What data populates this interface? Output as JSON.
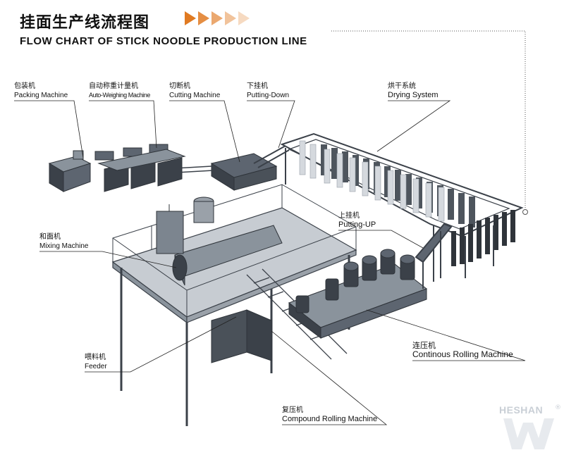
{
  "title": {
    "cn": "挂面生产线流程图",
    "en": "FLOW CHART OF STICK NOODLE PRODUCTION LINE"
  },
  "labels": {
    "packing": {
      "cn": "包装机",
      "en": "Packing Machine"
    },
    "weighing": {
      "cn": "自动称重计量机",
      "en": "Auto-Weighing Machine"
    },
    "cutting": {
      "cn": "切断机",
      "en": "Cutting Machine"
    },
    "putting_down": {
      "cn": "下挂机",
      "en": "Putting-Down"
    },
    "drying": {
      "cn": "烘干系统",
      "en": "Drying System"
    },
    "mixing": {
      "cn": "和面机",
      "en": "Mixing Machine"
    },
    "putting_up": {
      "cn": "上挂机",
      "en": "Putting-UP"
    },
    "feeder": {
      "cn": "喂料机",
      "en": "Feeder"
    },
    "continuous": {
      "cn": "连压机",
      "en": "Continous Rolling Machine"
    },
    "compound": {
      "cn": "复压机",
      "en": "Compound Rolling Machine"
    }
  },
  "watermark": {
    "brand": "HESHAN",
    "mark": "®"
  },
  "colors": {
    "accent": "#e07a22",
    "machine": "#5d6570",
    "machine_dark": "#3b4149",
    "platform": "#c7ccd2"
  }
}
